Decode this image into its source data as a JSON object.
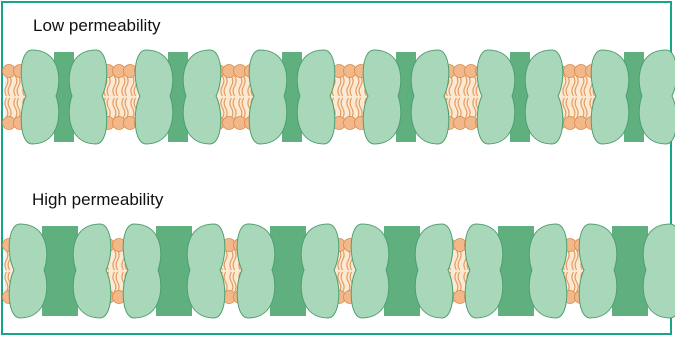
{
  "panels": [
    {
      "id": "low",
      "label": "Low permeability",
      "channel_count": 6,
      "channel_state": "closed"
    },
    {
      "id": "high",
      "label": "High permeability",
      "channel_count": 6,
      "channel_state": "open"
    }
  ],
  "colors": {
    "frame_border": "#17a589",
    "lipid_head_fill": "#f3b889",
    "lipid_head_stroke": "#d68a4a",
    "lipid_tail": "#e49b5e",
    "bilayer_core": "#fce9d3",
    "protein_subunit": "#a8d8b9",
    "protein_subunit_stroke": "#4f9e70",
    "protein_pore": "#5fb07e"
  }
}
